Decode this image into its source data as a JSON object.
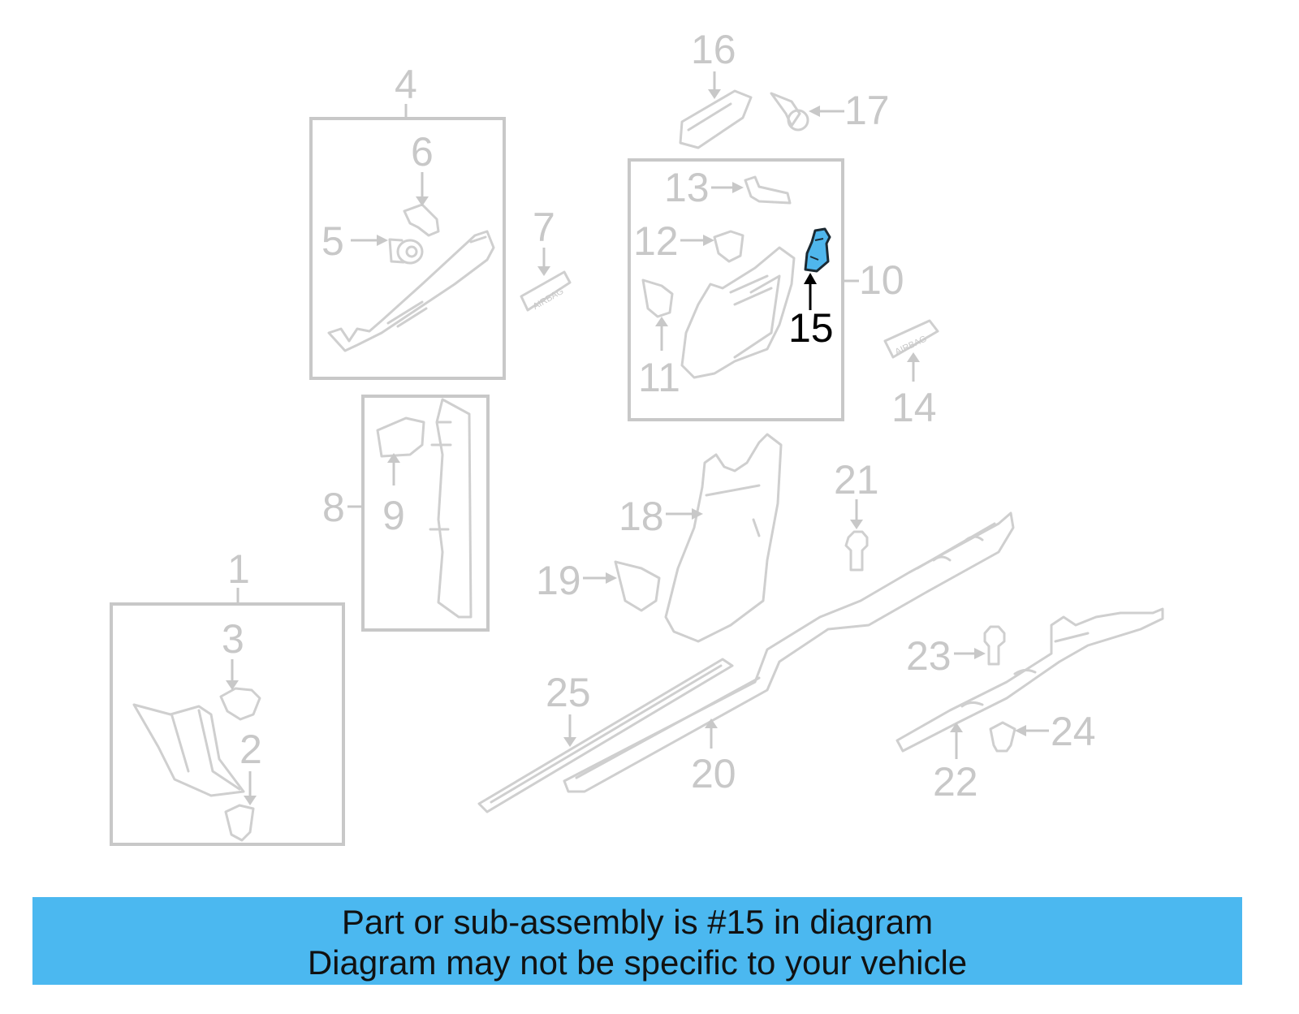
{
  "labels": {
    "n1": "1",
    "n2": "2",
    "n3": "3",
    "n4": "4",
    "n5": "5",
    "n6": "6",
    "n7": "7",
    "n8": "8",
    "n9": "9",
    "n10": "10",
    "n11": "11",
    "n12": "12",
    "n13": "13",
    "n14": "14",
    "n15": "15",
    "n16": "16",
    "n17": "17",
    "n18": "18",
    "n19": "19",
    "n20": "20",
    "n21": "21",
    "n22": "22",
    "n23": "23",
    "n24": "24",
    "n25": "25"
  },
  "airbag_text": "AIRBAG",
  "banner": {
    "line1": "Part or sub-assembly is #15 in diagram",
    "line2": "Diagram may not be specific to your vehicle"
  },
  "colors": {
    "highlight": "#4fb6ec",
    "banner": "#4bb8f0",
    "parts": "#c8c8c8"
  }
}
